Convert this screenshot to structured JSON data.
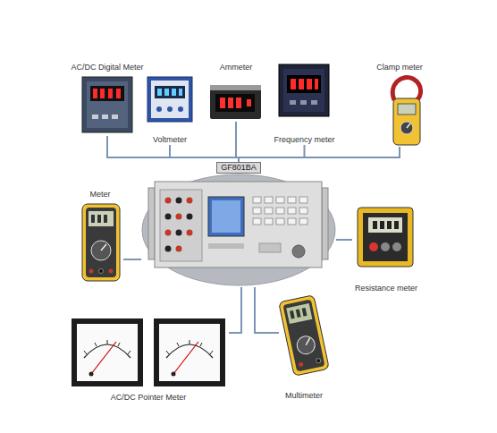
{
  "diagram": {
    "nodes": [
      {
        "text": [
          "AC/DC Digital Meter"
        ]
      },
      {
        "text": [
          "Voltmeter"
        ]
      },
      {
        "text": [
          "Ammeter"
        ]
      },
      {
        "text": [
          "Frequency meter"
        ]
      },
      {
        "text": [
          "Clamp meter"
        ]
      },
      {
        "text": [
          "GF801BA"
        ]
      },
      {
        "text": [
          "Meter"
        ]
      },
      {
        "text": [
          "Resistance meter"
        ]
      },
      {
        "text": [
          "AC/DC Pointer Meter"
        ]
      },
      {
        "text": [
          "Multimeter"
        ]
      }
    ],
    "edges": [
      {
        "from": 0,
        "to": 5,
        "arrow": "none"
      },
      {
        "from": 1,
        "to": 5,
        "arrow": "none"
      },
      {
        "from": 2,
        "to": 5,
        "arrow": "none"
      },
      {
        "from": 3,
        "to": 5,
        "arrow": "none"
      },
      {
        "from": 4,
        "to": 5,
        "arrow": "none"
      },
      {
        "from": 5,
        "to": 6,
        "arrow": "none"
      },
      {
        "from": 5,
        "to": 7,
        "arrow": "none"
      },
      {
        "from": 5,
        "to": 8,
        "arrow": "none"
      },
      {
        "from": 5,
        "to": 9,
        "arrow": "none"
      }
    ]
  }
}
